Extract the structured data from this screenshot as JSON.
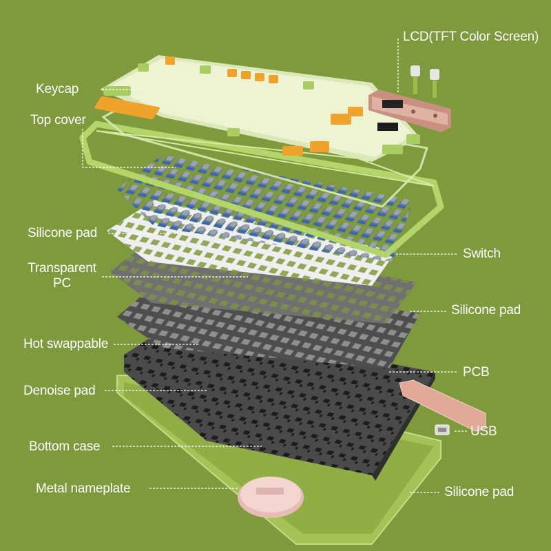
{
  "colors": {
    "background": "#7f9a3c",
    "case_green": "#9dbd4a",
    "key_cream": "#eef3d3",
    "key_orange": "#f0a32c",
    "key_green": "#a9cd61",
    "plate_dark": "#3e3e3e",
    "plate_gray": "#6c6c6c",
    "silicone_white": "#f2f2f2",
    "switch_blue": "#4a6fa8",
    "nameplate_pink": "#efc9c4",
    "label_white": "#ffffff"
  },
  "labels": {
    "lcd": "LCD(TFT Color Screen)",
    "keycap": "Keycap",
    "top_cover": "Top cover",
    "silicone_pad_left": "Silicone pad",
    "switch": "Switch",
    "transparent_pc_line1": "Transparent",
    "transparent_pc_line2": "PC",
    "silicone_pad_right": "Silicone pad",
    "hot_swappable": "Hot swappable",
    "pcb": "PCB",
    "denoise_pad": "Denoise pad",
    "usb": "USB",
    "bottom_case": "Bottom case",
    "metal_nameplate": "Metal nameplate",
    "silicone_pad_bottom": "Silicone pad"
  }
}
